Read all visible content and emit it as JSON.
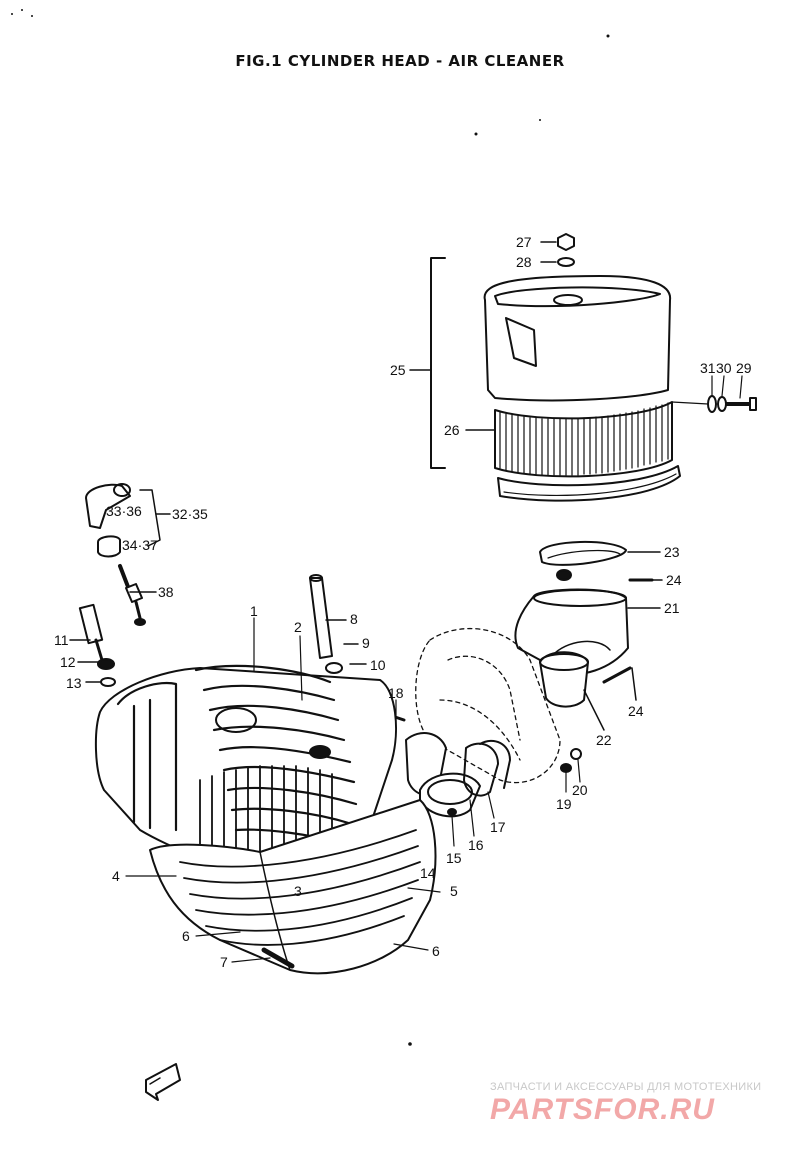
{
  "title": "FIG.1  CYLINDER HEAD - AIR CLEANER",
  "callouts": [
    {
      "id": "c27",
      "label": "27"
    },
    {
      "id": "c28",
      "label": "28"
    },
    {
      "id": "c25",
      "label": "25"
    },
    {
      "id": "c26",
      "label": "26"
    },
    {
      "id": "c31",
      "label": "31"
    },
    {
      "id": "c30",
      "label": "30"
    },
    {
      "id": "c29",
      "label": "29"
    },
    {
      "id": "c3336",
      "label": "33·36"
    },
    {
      "id": "c3235",
      "label": "32·35"
    },
    {
      "id": "c3437",
      "label": "34·37"
    },
    {
      "id": "c38",
      "label": "38"
    },
    {
      "id": "c23",
      "label": "23"
    },
    {
      "id": "c24a",
      "label": "24"
    },
    {
      "id": "c21",
      "label": "21"
    },
    {
      "id": "c24b",
      "label": "24"
    },
    {
      "id": "c22",
      "label": "22"
    },
    {
      "id": "c1",
      "label": "1"
    },
    {
      "id": "c2",
      "label": "2"
    },
    {
      "id": "c8",
      "label": "8"
    },
    {
      "id": "c9",
      "label": "9"
    },
    {
      "id": "c10",
      "label": "10"
    },
    {
      "id": "c11",
      "label": "11"
    },
    {
      "id": "c12",
      "label": "12"
    },
    {
      "id": "c13",
      "label": "13"
    },
    {
      "id": "c18",
      "label": "18"
    },
    {
      "id": "c19",
      "label": "19"
    },
    {
      "id": "c20",
      "label": "20"
    },
    {
      "id": "c17",
      "label": "17"
    },
    {
      "id": "c16",
      "label": "16"
    },
    {
      "id": "c15",
      "label": "15"
    },
    {
      "id": "c14",
      "label": "14"
    },
    {
      "id": "c4",
      "label": "4"
    },
    {
      "id": "c3",
      "label": "3"
    },
    {
      "id": "c5",
      "label": "5"
    },
    {
      "id": "c6a",
      "label": "6"
    },
    {
      "id": "c7",
      "label": "7"
    },
    {
      "id": "c6b",
      "label": "6"
    }
  ],
  "watermark": {
    "subtitle": "ЗАПЧАСТИ И АКСЕССУАРЫ ДЛЯ МОТОТЕХНИКИ",
    "brand": "PARTSFOR.RU"
  },
  "front_arrow_icon": "front-arrow-icon"
}
